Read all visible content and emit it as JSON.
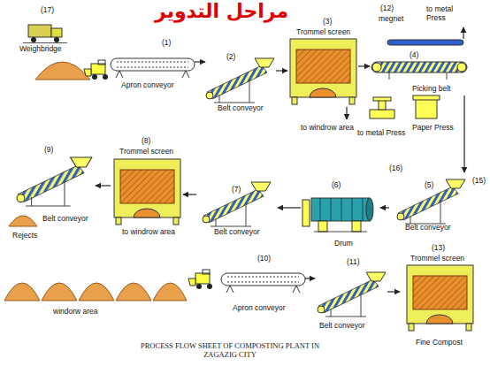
{
  "diagram": {
    "title": "مراحل التدوير",
    "caption": "PROCESS FLOW SHEET OF COMPOSTING PLANT IN ZAGAZIG CITY",
    "nodes": [
      {
        "text": [
          "(17)",
          "Weighbridge"
        ]
      },
      {
        "text": [
          "(1)",
          "Apron conveyor"
        ]
      },
      {
        "text": [
          "(2)",
          "Belt conveyor"
        ]
      },
      {
        "text": [
          "(3)",
          "Trommel screen"
        ]
      },
      {
        "text": [
          "(12)",
          "megnet"
        ]
      },
      {
        "text": [
          "(4)",
          "Picking belt"
        ]
      },
      {
        "text": [
          "(8)",
          "Trommel screen"
        ]
      },
      {
        "text": [
          "(9)",
          "Belt conveyor"
        ]
      },
      {
        "text": [
          "(7)",
          "Belt conveyor"
        ]
      },
      {
        "text": [
          "(6)",
          "Drum"
        ]
      },
      {
        "text": [
          "(5)",
          "Belt conveyor"
        ]
      },
      {
        "text": [
          "(13)",
          "Trommel screen"
        ]
      },
      {
        "text": [
          "(10)",
          "Apron conveyor"
        ]
      },
      {
        "text": [
          "(11)",
          "Belt conveyor"
        ]
      }
    ],
    "edges": [
      {
        "from": 1,
        "to": 2,
        "arrow": "to"
      },
      {
        "from": 2,
        "to": 3,
        "arrow": "to"
      },
      {
        "from": 3,
        "to": 5,
        "arrow": "to"
      },
      {
        "from": 5,
        "to": 10,
        "arrow": "to"
      },
      {
        "from": 10,
        "to": 9,
        "arrow": "to"
      },
      {
        "from": 9,
        "to": 8,
        "arrow": "to"
      },
      {
        "from": 8,
        "to": 6,
        "arrow": "to"
      },
      {
        "from": 6,
        "to": 7,
        "arrow": "to"
      },
      {
        "from": 12,
        "to": 13,
        "arrow": "to"
      },
      {
        "from": 13,
        "to": 11,
        "arrow": "to"
      }
    ],
    "labels": [
      "to windrow area",
      "to metal Press",
      "to metal Press",
      "Paper Press",
      "(16)",
      "(15)",
      "to windrow area",
      "Rejects",
      "Fine Compost",
      "windorw area"
    ]
  }
}
